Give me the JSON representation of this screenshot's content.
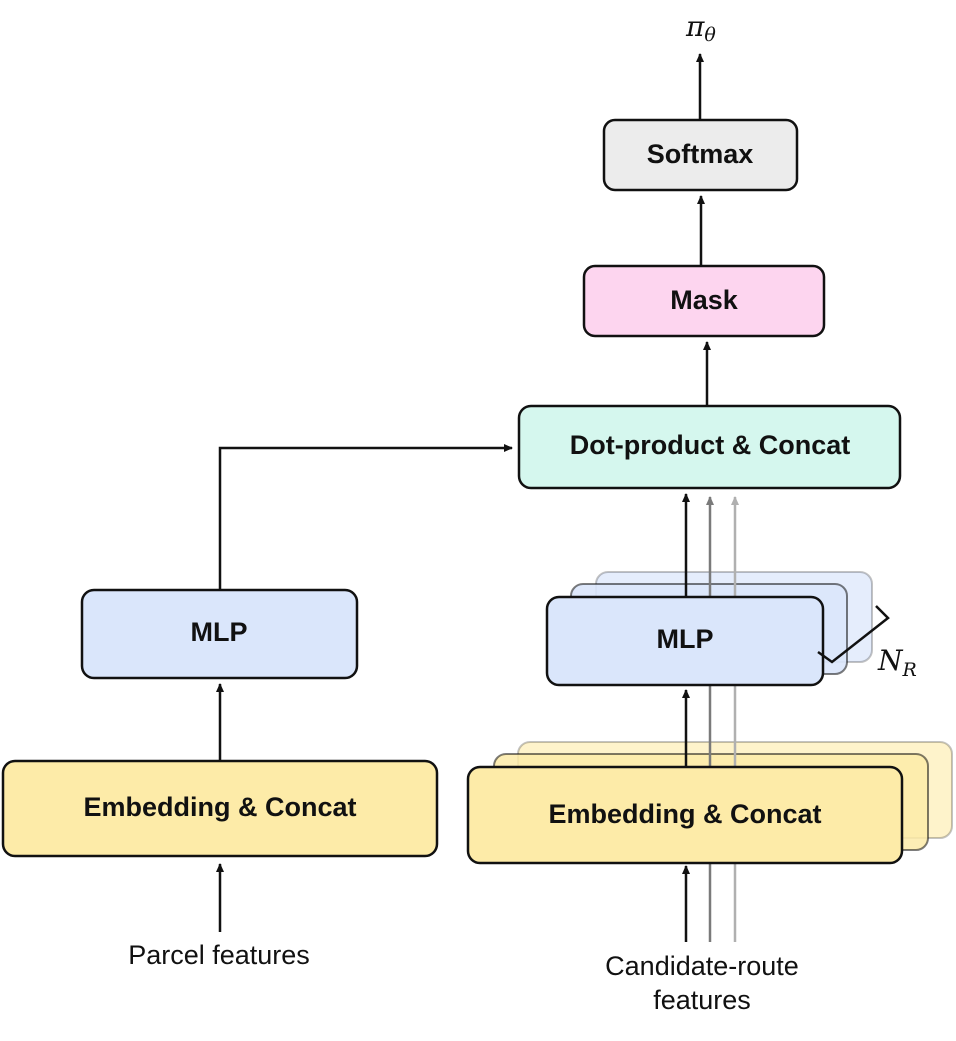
{
  "colors": {
    "yellow": "#fdeba8",
    "blue": "#dae6fb",
    "teal": "#d5f7ee",
    "pink": "#fdd5ef",
    "grey": "#ececec",
    "stroke": "#111111",
    "arrow_mid": "#7a7a7a",
    "arrow_light": "#b0b0b0"
  },
  "output": {
    "symbol": "π",
    "subscript": "θ"
  },
  "boxes": {
    "softmax": "Softmax",
    "mask": "Mask",
    "dot_concat": "Dot-product & Concat",
    "mlp_parcel": "MLP",
    "mlp_route": "MLP",
    "embed_parcel": "Embedding & Concat",
    "embed_route": "Embedding & Concat"
  },
  "inputs": {
    "parcel": "Parcel features",
    "route_line1": "Candidate-route",
    "route_line2": "features"
  },
  "stack_count": {
    "symbol": "N",
    "subscript": "R"
  }
}
